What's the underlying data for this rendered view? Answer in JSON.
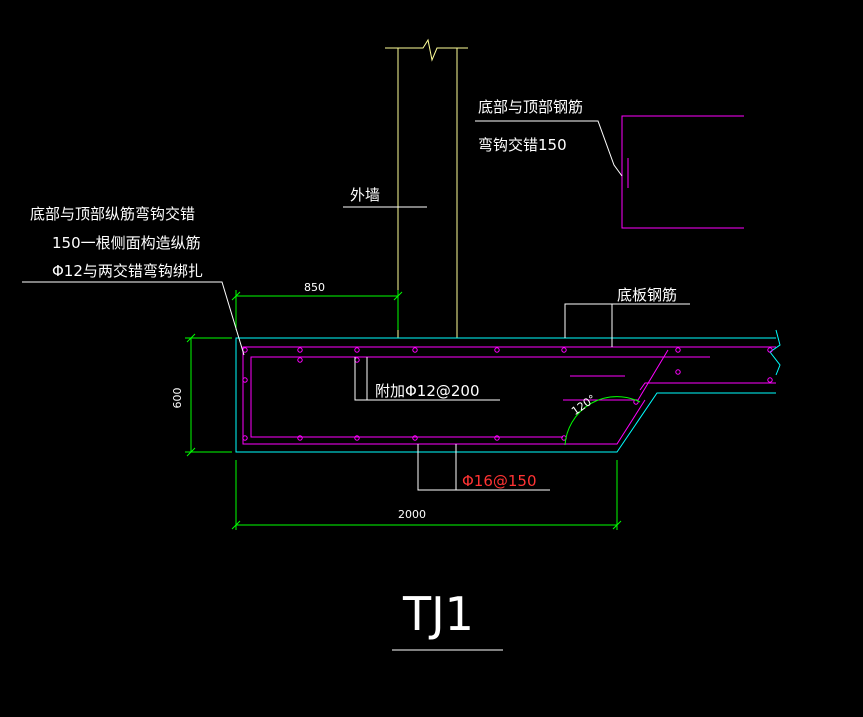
{
  "colors": {
    "background": "#000000",
    "wall": "#ffff99",
    "concrete": "#00ffff",
    "rebar": "#ff00ff",
    "dimension": "#00ff00",
    "leader": "#ffffff",
    "text": "#ffffff",
    "highlight_text": "#ff3333"
  },
  "annotations": {
    "top_right_note_line1": "底部与顶部钢筋",
    "top_right_note_line2": "弯钩交错150",
    "outer_wall": "外墙",
    "left_note_line1": "底部与顶部纵筋弯钩交错",
    "left_note_line2": "150一根侧面构造纵筋",
    "left_note_line3": "Φ12与两交错弯钩绑扎",
    "slab_rebar": "底板钢筋",
    "additional_rebar": "附加Φ12@200",
    "bottom_rebar": "Φ16@150",
    "angle": "120°"
  },
  "dimensions": {
    "top_width": "850",
    "height": "600",
    "bottom_width": "2000"
  },
  "title": "TJ1"
}
